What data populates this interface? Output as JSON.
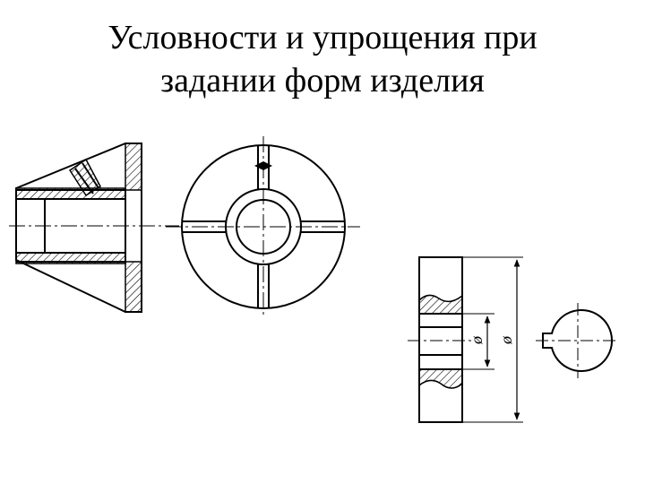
{
  "slide": {
    "title_line1": "Условности и упрощения при",
    "title_line2": "задании форм изделия"
  },
  "dimensions": {
    "inner_label": "ø",
    "outer_label": "ø"
  },
  "colors": {
    "line": "#000000",
    "background": "#ffffff"
  }
}
